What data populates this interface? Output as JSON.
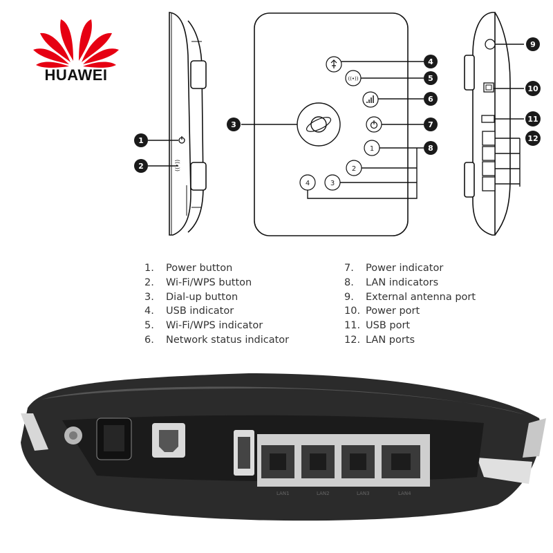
{
  "brand": {
    "name": "HUAWEI",
    "logo_color": "#e60012"
  },
  "callouts": [
    "1",
    "2",
    "3",
    "4",
    "5",
    "6",
    "7",
    "8",
    "9",
    "10",
    "11",
    "12"
  ],
  "led_numbers": [
    "1",
    "2",
    "3",
    "4"
  ],
  "legend": {
    "left": [
      {
        "num": "1.",
        "label": "Power button"
      },
      {
        "num": "2.",
        "label": "Wi-Fi/WPS button"
      },
      {
        "num": "3.",
        "label": "Dial-up button"
      },
      {
        "num": "4.",
        "label": "USB indicator"
      },
      {
        "num": "5.",
        "label": "Wi-Fi/WPS indicator"
      },
      {
        "num": "6.",
        "label": "Network status indicator"
      }
    ],
    "right": [
      {
        "num": "7.",
        "label": "Power indicator"
      },
      {
        "num": "8.",
        "label": "LAN indicators"
      },
      {
        "num": "9.",
        "label": "External antenna port"
      },
      {
        "num": "10.",
        "label": "Power port"
      },
      {
        "num": "11.",
        "label": "USB port"
      },
      {
        "num": "12.",
        "label": "LAN ports"
      }
    ]
  },
  "icons": {
    "usb": "usb-icon",
    "wifi": "wifi-icon",
    "signal": "signal-icon",
    "power": "power-icon",
    "dialup": "globe-icon"
  },
  "photo": {
    "port_labels": [
      "LAN1",
      "LAN2",
      "LAN3",
      "LAN4"
    ]
  },
  "colors": {
    "callout_fill": "#1a1a1a",
    "device_body": "#2b2b2b",
    "line": "#111111"
  }
}
